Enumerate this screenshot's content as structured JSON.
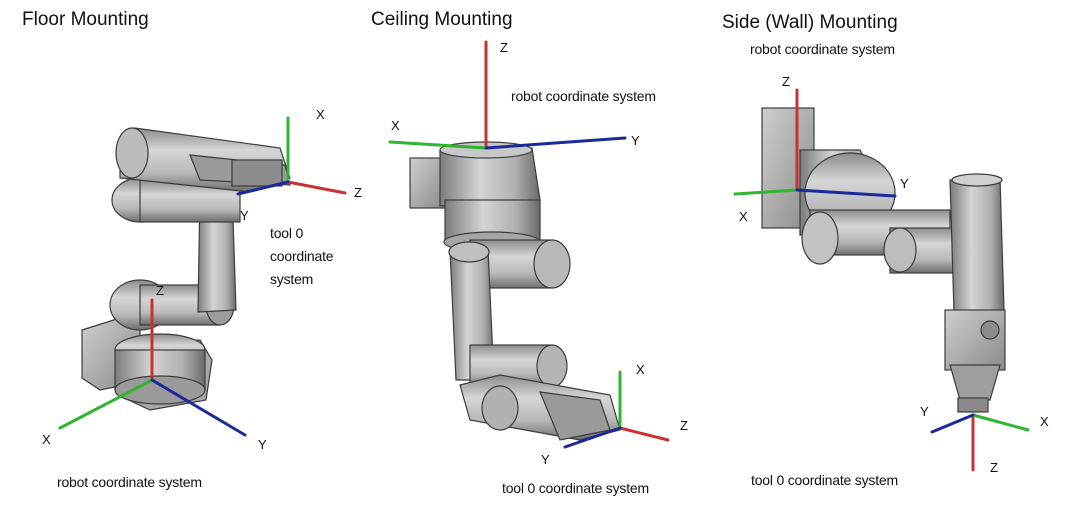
{
  "panels": [
    {
      "title": "Floor Mounting",
      "robot_label": "robot coordinate system",
      "tool_label_lines": [
        "tool 0",
        "coordinate",
        "system"
      ],
      "robot_axes": {
        "x": "X",
        "y": "Y",
        "z": "Z"
      },
      "tool_axes": {
        "x": "X",
        "y": "Y",
        "z": "Z"
      }
    },
    {
      "title": "Ceiling Mounting",
      "robot_label": "robot  coordinate system",
      "tool_label": "tool 0  coordinate system",
      "robot_axes": {
        "x": "X",
        "y": "Y",
        "z": "Z"
      },
      "tool_axes": {
        "x": "X",
        "y": "Y",
        "z": "Z"
      }
    },
    {
      "title": "Side (Wall) Mounting",
      "robot_label": "robot  coordinate system",
      "tool_label": "tool 0  coordinate system",
      "robot_axes": {
        "x": "X",
        "y": "Y",
        "z": "Z"
      },
      "tool_axes": {
        "x": "X",
        "y": "Y",
        "z": "Z"
      }
    }
  ],
  "colors": {
    "axis_x": "#2fb52f",
    "axis_y": "#1a2a9a",
    "axis_z": "#c83232",
    "robot_body": "#b4b4b4",
    "robot_edge": "#3c3c3c"
  }
}
